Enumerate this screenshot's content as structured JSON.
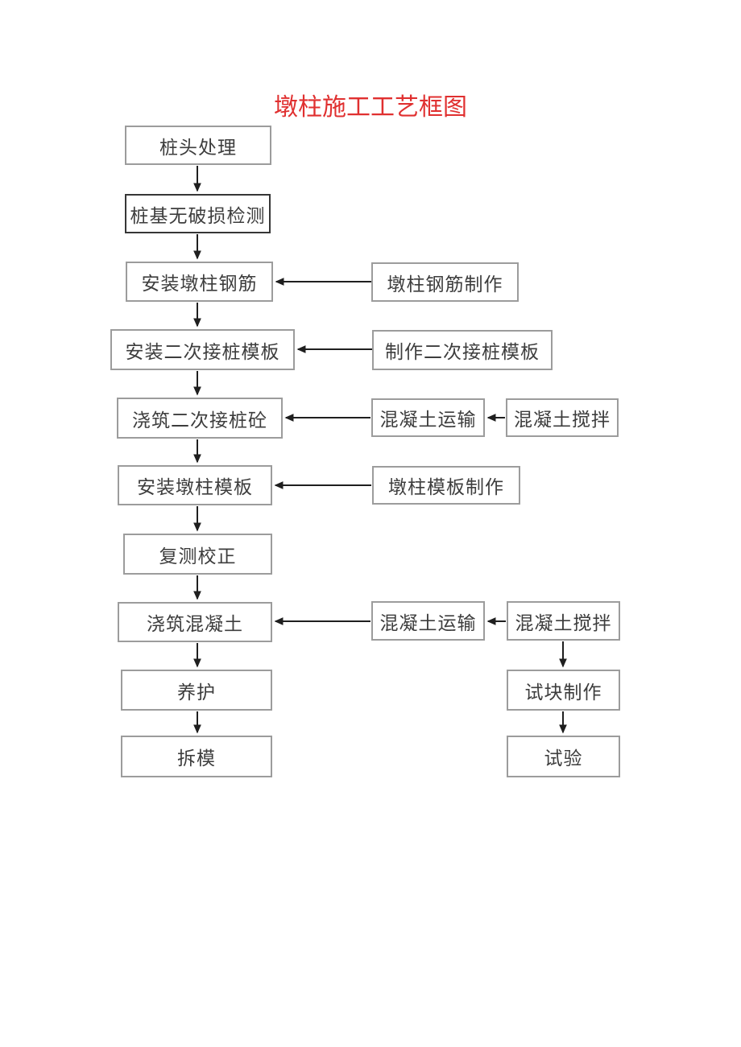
{
  "diagram": {
    "title": "墩柱施工工艺框图",
    "title_color": "#e03030",
    "box_border_color": "#9c9c9c",
    "emphasized_box_border_color": "#363636",
    "arrow_color": "#1f1f1f",
    "text_color": "#3d3d3d",
    "nodes": {
      "pile_head_treatment": {
        "label": "桩头处理"
      },
      "pile_nondestructive_test": {
        "label": "桩基无破损检测"
      },
      "install_pier_rebar": {
        "label": "安装墩柱钢筋"
      },
      "install_secondary_pile_formwork": {
        "label": "安装二次接桩模板"
      },
      "pour_secondary_pile_concrete": {
        "label": "浇筑二次接桩砼"
      },
      "install_pier_formwork": {
        "label": "安装墩柱模板"
      },
      "recheck_correction": {
        "label": "复测校正"
      },
      "pour_concrete": {
        "label": "浇筑混凝土"
      },
      "curing": {
        "label": "养护"
      },
      "remove_formwork": {
        "label": "拆模"
      },
      "pier_rebar_fabrication": {
        "label": "墩柱钢筋制作"
      },
      "secondary_pile_formwork_fabrication": {
        "label": "制作二次接桩模板"
      },
      "concrete_transport_1": {
        "label": "混凝土运输"
      },
      "pier_formwork_fabrication": {
        "label": "墩柱模板制作"
      },
      "concrete_transport_2": {
        "label": "混凝土运输"
      },
      "concrete_mixing_1": {
        "label": "混凝土搅拌"
      },
      "concrete_mixing_2": {
        "label": "混凝土搅拌"
      },
      "test_block_making": {
        "label": "试块制作"
      },
      "testing": {
        "label": "试验"
      }
    },
    "edges": [
      {
        "from": "pile_head_treatment",
        "to": "pile_nondestructive_test"
      },
      {
        "from": "pile_nondestructive_test",
        "to": "install_pier_rebar"
      },
      {
        "from": "install_pier_rebar",
        "to": "install_secondary_pile_formwork"
      },
      {
        "from": "install_secondary_pile_formwork",
        "to": "pour_secondary_pile_concrete"
      },
      {
        "from": "pour_secondary_pile_concrete",
        "to": "install_pier_formwork"
      },
      {
        "from": "install_pier_formwork",
        "to": "recheck_correction"
      },
      {
        "from": "recheck_correction",
        "to": "pour_concrete"
      },
      {
        "from": "pour_concrete",
        "to": "curing"
      },
      {
        "from": "curing",
        "to": "remove_formwork"
      },
      {
        "from": "pier_rebar_fabrication",
        "to": "install_pier_rebar"
      },
      {
        "from": "secondary_pile_formwork_fabrication",
        "to": "install_secondary_pile_formwork"
      },
      {
        "from": "concrete_transport_1",
        "to": "pour_secondary_pile_concrete"
      },
      {
        "from": "concrete_mixing_1",
        "to": "concrete_transport_1"
      },
      {
        "from": "pier_formwork_fabrication",
        "to": "install_pier_formwork"
      },
      {
        "from": "concrete_transport_2",
        "to": "pour_concrete"
      },
      {
        "from": "concrete_mixing_2",
        "to": "concrete_transport_2"
      },
      {
        "from": "concrete_mixing_2",
        "to": "test_block_making"
      },
      {
        "from": "test_block_making",
        "to": "testing"
      }
    ]
  }
}
